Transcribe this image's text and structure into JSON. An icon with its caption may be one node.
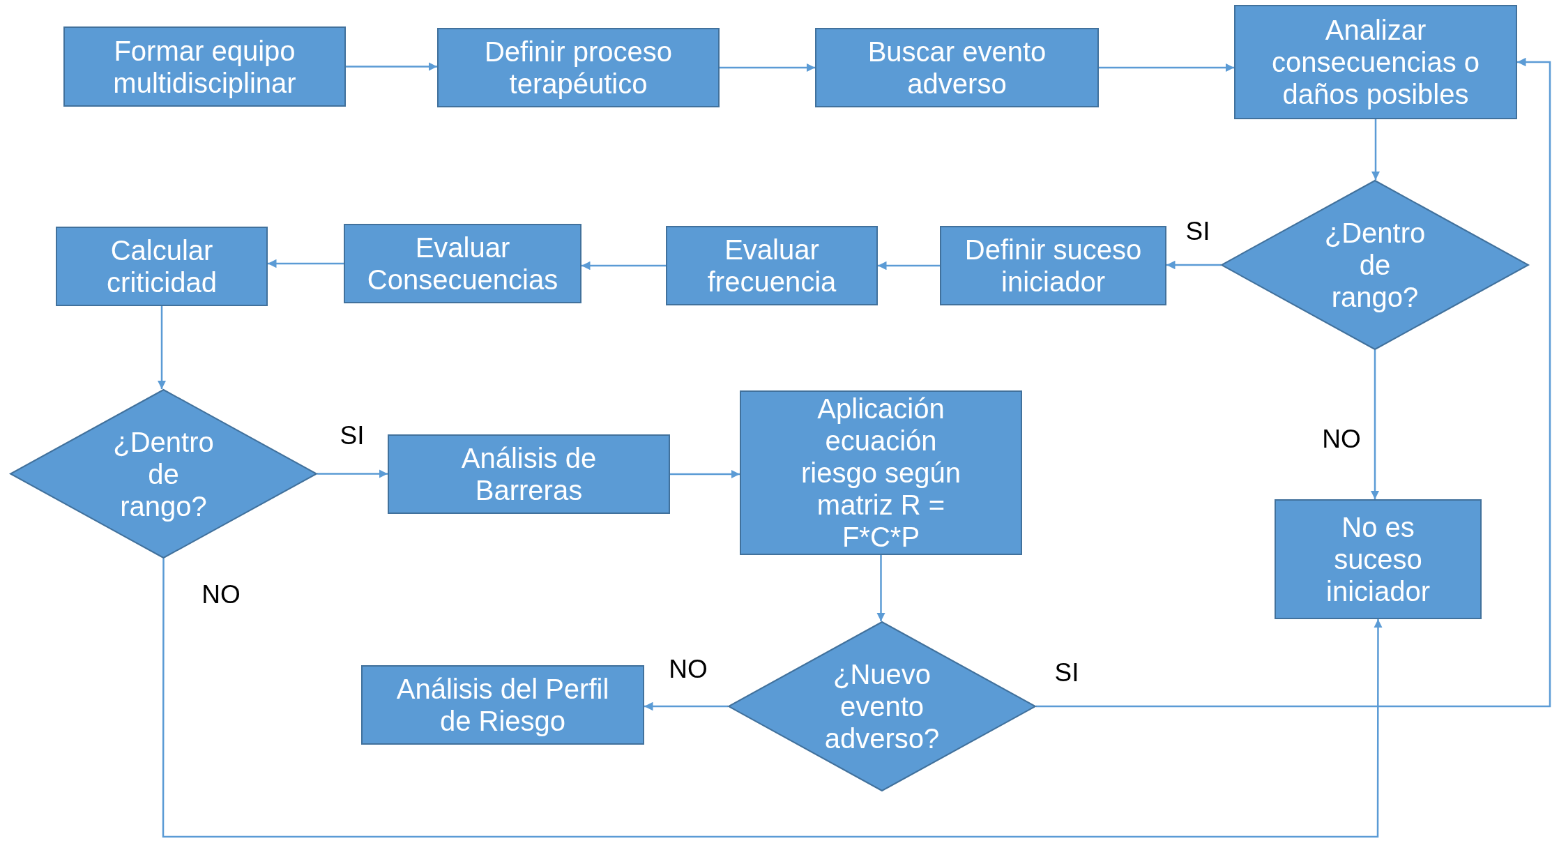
{
  "diagram": {
    "nodes": [
      {
        "text": [
          "Formar equipo multidisciplinar"
        ]
      },
      {
        "text": [
          "Definir proceso terapéutico"
        ]
      },
      {
        "text": [
          "Buscar evento adverso"
        ]
      },
      {
        "text": [
          "Analizar consecuencias o daños posibles"
        ]
      },
      {
        "text": [
          "¿Dentro de rango?"
        ]
      },
      {
        "text": [
          "Definir suceso iniciador"
        ]
      },
      {
        "text": [
          "Evaluar frecuencia"
        ]
      },
      {
        "text": [
          "Evaluar Consecuencias"
        ]
      },
      {
        "text": [
          "Calcular criticidad"
        ]
      },
      {
        "text": [
          "¿Dentro de rango?"
        ]
      },
      {
        "text": [
          "Análisis de Barreras"
        ]
      },
      {
        "text": [
          "Aplicación ecuación riesgo según matriz R = F*C*P"
        ]
      },
      {
        "text": [
          "¿Nuevo evento adverso?"
        ]
      },
      {
        "text": [
          "Análisis del Perfil de Riesgo"
        ]
      },
      {
        "text": [
          "No es suceso iniciador"
        ]
      }
    ],
    "edges": [
      {
        "from": 0,
        "to": 1,
        "arrow": "to"
      },
      {
        "from": 1,
        "to": 2,
        "arrow": "to"
      },
      {
        "from": 2,
        "to": 3,
        "arrow": "to"
      },
      {
        "from": 3,
        "to": 4,
        "arrow": "to"
      },
      {
        "from": 4,
        "to": 5,
        "arrow": "to",
        "label": "SI"
      },
      {
        "from": 5,
        "to": 6,
        "arrow": "to"
      },
      {
        "from": 6,
        "to": 7,
        "arrow": "to"
      },
      {
        "from": 7,
        "to": 8,
        "arrow": "to"
      },
      {
        "from": 8,
        "to": 9,
        "arrow": "to"
      },
      {
        "from": 9,
        "to": 10,
        "arrow": "to",
        "label": "SI"
      },
      {
        "from": 10,
        "to": 11,
        "arrow": "to"
      },
      {
        "from": 11,
        "to": 12,
        "arrow": "to"
      },
      {
        "from": 12,
        "to": 13,
        "arrow": "to",
        "label": "NO"
      },
      {
        "from": 12,
        "to": 3,
        "arrow": "to",
        "label": "SI"
      },
      {
        "from": 4,
        "to": 14,
        "arrow": "to",
        "label": "NO"
      },
      {
        "from": 9,
        "to": 14,
        "arrow": "to",
        "label": "NO"
      }
    ]
  }
}
